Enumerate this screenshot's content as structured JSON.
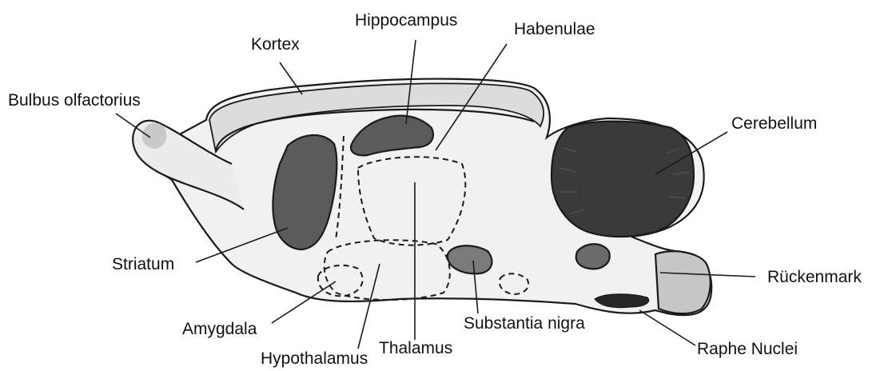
{
  "labels": {
    "bulbus": "Bulbus olfactorius",
    "kortex": "Kortex",
    "hippocampus": "Hippocampus",
    "habenulae": "Habenulae",
    "cerebellum": "Cerebellum",
    "striatum": "Striatum",
    "rueckenmark": "Rückenmark",
    "amygdala": "Amygdala",
    "hypothalamus": "Hypothalamus",
    "thalamus": "Thalamus",
    "substantia_nigra": "Substantia nigra",
    "raphe": "Raphe Nuclei"
  },
  "colors": {
    "background": "#ffffff",
    "brain_fill": "#f1f1f1",
    "cortex_band": "#dcdcdc",
    "dark_region": "#5b5b5b",
    "cerebellum": "#3a3a3a",
    "thalamus": "#d2d2d2",
    "hypothalamus": "#a6a6a6",
    "spinal_cord": "#c6c6c6",
    "outline": "#1a1a1a",
    "label_text": "#111111"
  }
}
